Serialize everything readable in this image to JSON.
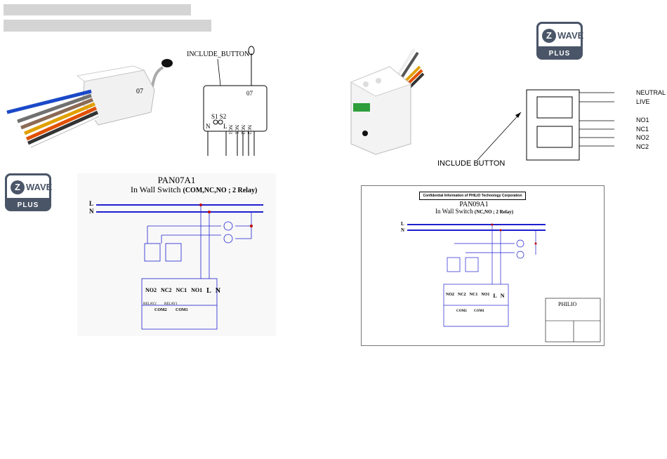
{
  "left_panel": {
    "include_button_label": "INCLUDE_BUTTON",
    "module_code": "07",
    "terminal_labels": {
      "s1s2": "S1 S2",
      "n": "N",
      "l": "L",
      "no1": "NO1",
      "nc1": "NC1",
      "no2": "NO2",
      "nc2": "NC2"
    },
    "zwave_logo": {
      "letter": "Z",
      "word": "WAVE",
      "plus": "PLUS"
    },
    "diagram": {
      "title": "PAN07A1",
      "subtitle": "In Wall Switch",
      "subtitle_detail": "(COM,NC,NO ; 2 Relay)",
      "line_l": "L",
      "line_n": "N",
      "terminals": [
        "NO2",
        "NC2",
        "NC1",
        "NO1",
        "L",
        "N"
      ],
      "com_labels": [
        "COM2",
        "COM1"
      ],
      "relay_labels": [
        "RELAY2",
        "RELAY1"
      ]
    }
  },
  "right_panel": {
    "include_button_label": "INCLUDE BUTTON",
    "wire_labels": [
      "NEUTRAL",
      "LIVE",
      "NO1",
      "NC1",
      "NO2",
      "NC2"
    ],
    "zwave_logo": {
      "letter": "Z",
      "word": "WAVE",
      "plus": "PLUS"
    },
    "diagram": {
      "header_box": "Confidential Information of PHILIO Technology Corporation",
      "title": "PAN09A1",
      "subtitle": "In Wall Switch",
      "subtitle_detail": "(NC,NO ; 2 Relay)",
      "line_l": "L",
      "line_n": "N",
      "terminals": [
        "NO2",
        "NC2",
        "NC1",
        "NO1",
        "L",
        "N"
      ],
      "com_labels": [
        "COM2",
        "COM1"
      ],
      "brand": "PHILIO"
    }
  },
  "colors": {
    "line_blue": "#1f1fd0",
    "line_red": "#c00000",
    "logo": "#4a5568",
    "bar": "#d4d4d4"
  }
}
